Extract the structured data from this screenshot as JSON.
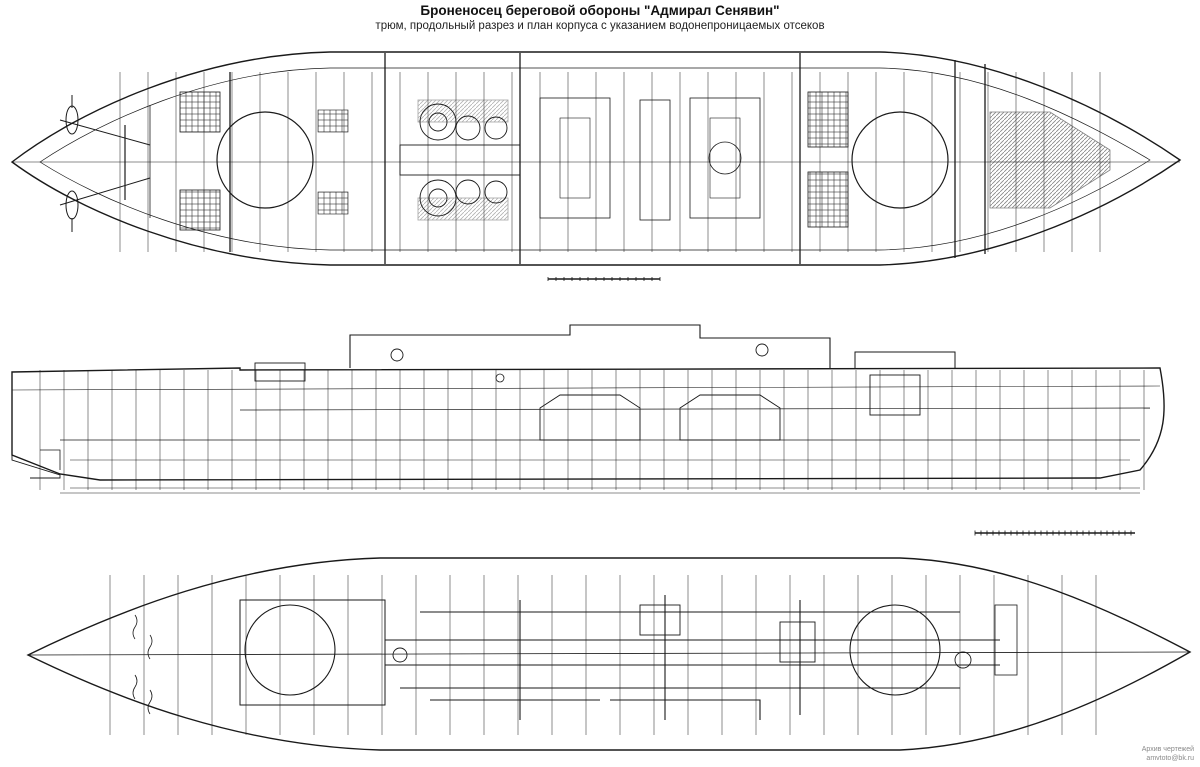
{
  "title": "Броненосец береговой обороны \"Адмирал Сенявин\"",
  "subtitle": "трюм, продольный разрез и план корпуса с указанием водонепроницаемых отсеков",
  "credit": {
    "line1": "Архив чертежей",
    "line2": "amvtoto@bk.ru"
  },
  "colors": {
    "ink": "#1a1a1a",
    "paper": "#ffffff",
    "faint": "#8a8a8a"
  }
}
